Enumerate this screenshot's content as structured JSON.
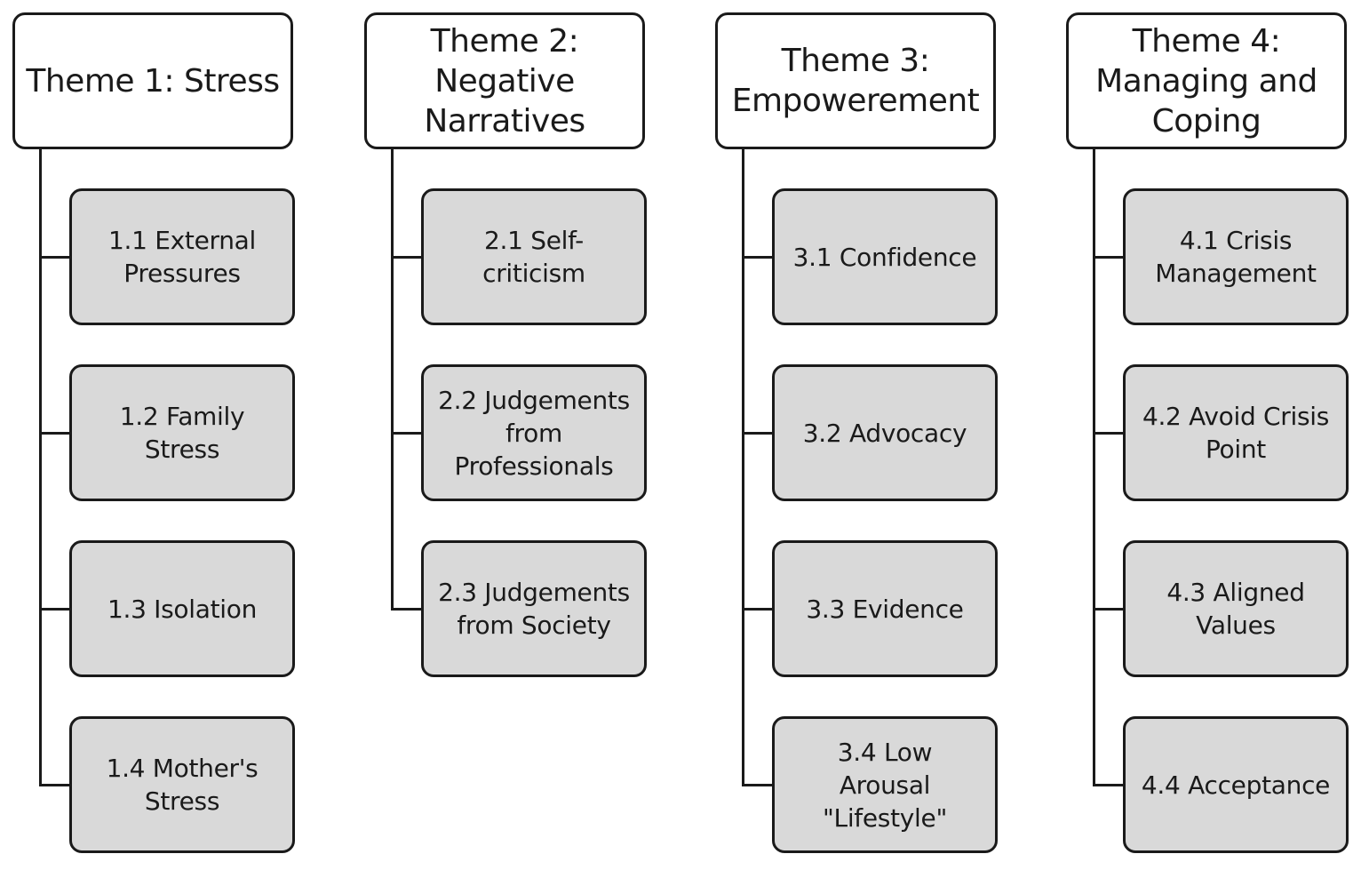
{
  "themes": [
    {
      "title": "Theme 1: Stress",
      "subthemes": [
        "1.1 External\nPressures",
        "1.2 Family\nStress",
        "1.3 Isolation",
        "1.4 Mother's\nStress"
      ]
    },
    {
      "title": "Theme 2:\nNegative\nNarratives",
      "subthemes": [
        "2.1 Self-\ncriticism",
        "2.2 Judgements\nfrom\nProfessionals",
        "2.3 Judgements\nfrom Society"
      ]
    },
    {
      "title": "Theme 3:\nEmpowerement",
      "subthemes": [
        "3.1 Confidence",
        "3.2 Advocacy",
        "3.3 Evidence",
        "3.4 Low\nArousal\n\"Lifestyle\""
      ]
    },
    {
      "title": "Theme 4:\nManaging and\nCoping",
      "subthemes": [
        "4.1 Crisis\nManagement",
        "4.2 Avoid Crisis\nPoint",
        "4.3 Aligned\nValues",
        "4.4 Acceptance"
      ]
    }
  ],
  "colors": {
    "theme_fill": "#ffffff",
    "subtheme_fill": "#d9d9d9",
    "stroke": "#1a1a1a"
  }
}
